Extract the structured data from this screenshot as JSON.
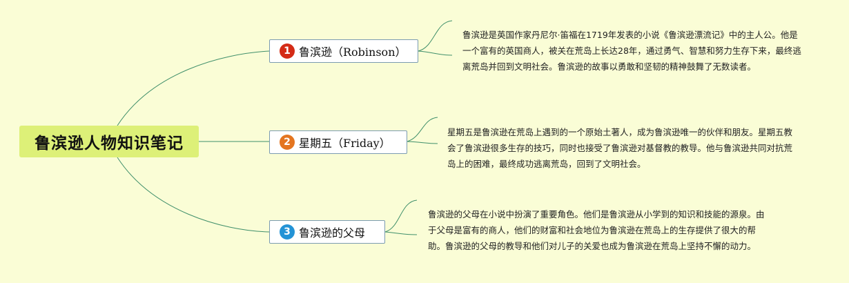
{
  "central": {
    "title": "鲁滨逊人物知识笔记"
  },
  "branches": [
    {
      "number": "1",
      "label": "鲁滨逊（Robinson）",
      "color": "#d42b16",
      "description": "鲁滨逊是英国作家丹尼尔·笛福在1719年发表的小说《鲁滨逊漂流记》中的主人公。他是一个富有的英国商人，被关在荒岛上长达28年，通过勇气、智慧和努力生存下来，最终逃离荒岛并回到文明社会。鲁滨逊的故事以勇敢和坚韧的精神鼓舞了无数读者。"
    },
    {
      "number": "2",
      "label": "星期五（Friday）",
      "color": "#e47520",
      "description": "星期五是鲁滨逊在荒岛上遇到的一个原始土著人，成为鲁滨逊唯一的伙伴和朋友。星期五教会了鲁滨逊很多生存的技巧，同时也接受了鲁滨逊对基督教的教导。他与鲁滨逊共同对抗荒岛上的困难，最终成功逃离荒岛，回到了文明社会。"
    },
    {
      "number": "3",
      "label": "鲁滨逊的父母",
      "color": "#2393d6",
      "description": "鲁滨逊的父母在小说中扮演了重要角色。他们是鲁滨逊从小学到的知识和技能的源泉。由于父母是富有的商人，他们的财富和社会地位为鲁滨逊在荒岛上的生存提供了很大的帮助。鲁滨逊的父母的教导和他们对儿子的关爱也成为鲁滨逊在荒岛上坚持不懈的动力。"
    }
  ],
  "colors": {
    "background": "#fafdd6",
    "central_fill": "#ddf078",
    "connector": "#3f8f6a"
  }
}
